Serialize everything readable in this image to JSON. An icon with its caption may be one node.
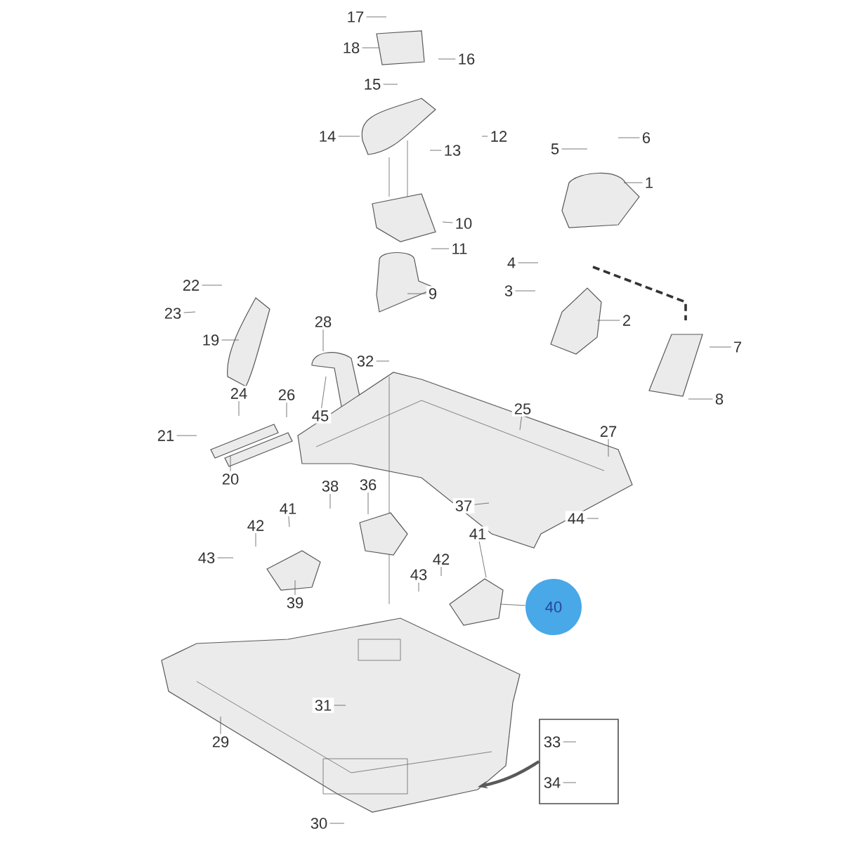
{
  "diagram": {
    "nodes": [
      {
        "text": [
          "17"
        ]
      },
      {
        "text": [
          "18"
        ]
      },
      {
        "text": [
          "16"
        ]
      },
      {
        "text": [
          "15"
        ]
      },
      {
        "text": [
          "14"
        ]
      },
      {
        "text": [
          "13"
        ]
      },
      {
        "text": [
          "12"
        ]
      },
      {
        "text": [
          "10"
        ]
      },
      {
        "text": [
          "11"
        ]
      },
      {
        "text": [
          "9"
        ]
      },
      {
        "text": [
          "5"
        ]
      },
      {
        "text": [
          "6"
        ]
      },
      {
        "text": [
          "1"
        ]
      },
      {
        "text": [
          "4"
        ]
      },
      {
        "text": [
          "3"
        ]
      },
      {
        "text": [
          "2"
        ]
      },
      {
        "text": [
          "7"
        ]
      },
      {
        "text": [
          "8"
        ]
      },
      {
        "text": [
          "22"
        ]
      },
      {
        "text": [
          "23"
        ]
      },
      {
        "text": [
          "19"
        ]
      },
      {
        "text": [
          "28"
        ]
      },
      {
        "text": [
          "32"
        ]
      },
      {
        "text": [
          "24"
        ]
      },
      {
        "text": [
          "26"
        ]
      },
      {
        "text": [
          "45"
        ]
      },
      {
        "text": [
          "21"
        ]
      },
      {
        "text": [
          "20"
        ]
      },
      {
        "text": [
          "25"
        ]
      },
      {
        "text": [
          "27"
        ]
      },
      {
        "text": [
          "37"
        ]
      },
      {
        "text": [
          "44"
        ]
      },
      {
        "text": [
          "38"
        ]
      },
      {
        "text": [
          "36"
        ]
      },
      {
        "text": [
          "41"
        ]
      },
      {
        "text": [
          "42"
        ]
      },
      {
        "text": [
          "43"
        ]
      },
      {
        "text": [
          "39"
        ]
      },
      {
        "text": [
          "43"
        ]
      },
      {
        "text": [
          "42"
        ]
      },
      {
        "text": [
          "41"
        ]
      },
      {
        "text": [
          "40"
        ]
      },
      {
        "text": [
          "31"
        ]
      },
      {
        "text": [
          "29"
        ]
      },
      {
        "text": [
          "30"
        ]
      },
      {
        "text": [],
        "shape": "box"
      },
      {
        "text": [
          "33"
        ],
        "in": 45
      },
      {
        "text": [
          "34"
        ],
        "in": 45
      }
    ],
    "edges": [
      {
        "from": 0,
        "to": null,
        "arrow": "none"
      },
      {
        "from": 1,
        "to": null,
        "arrow": "none"
      },
      {
        "from": 2,
        "to": null,
        "arrow": "none"
      },
      {
        "from": 3,
        "to": null,
        "arrow": "none"
      },
      {
        "from": 4,
        "to": null,
        "arrow": "none"
      },
      {
        "from": 5,
        "to": null,
        "arrow": "none"
      },
      {
        "from": 6,
        "to": null,
        "arrow": "none"
      },
      {
        "from": 7,
        "to": null,
        "arrow": "none"
      },
      {
        "from": 8,
        "to": null,
        "arrow": "none"
      },
      {
        "from": 9,
        "to": null,
        "arrow": "none"
      },
      {
        "from": 10,
        "to": null,
        "arrow": "none"
      },
      {
        "from": 11,
        "to": null,
        "arrow": "none"
      },
      {
        "from": 12,
        "to": null,
        "arrow": "none"
      },
      {
        "from": 13,
        "to": null,
        "arrow": "none"
      },
      {
        "from": 14,
        "to": null,
        "arrow": "none"
      },
      {
        "from": 15,
        "to": null,
        "arrow": "none"
      },
      {
        "from": 16,
        "to": null,
        "arrow": "none"
      },
      {
        "from": 17,
        "to": null,
        "arrow": "none"
      },
      {
        "from": 18,
        "to": null,
        "arrow": "none"
      },
      {
        "from": 19,
        "to": null,
        "arrow": "none"
      },
      {
        "from": 20,
        "to": null,
        "arrow": "none"
      },
      {
        "from": 21,
        "to": null,
        "arrow": "none"
      },
      {
        "from": 22,
        "to": null,
        "arrow": "none"
      },
      {
        "from": 23,
        "to": null,
        "arrow": "none"
      },
      {
        "from": 24,
        "to": null,
        "arrow": "none"
      },
      {
        "from": 25,
        "to": null,
        "arrow": "none"
      },
      {
        "from": 26,
        "to": null,
        "arrow": "none"
      },
      {
        "from": 27,
        "to": null,
        "arrow": "none"
      },
      {
        "from": 28,
        "to": null,
        "arrow": "none"
      },
      {
        "from": 29,
        "to": null,
        "arrow": "none"
      },
      {
        "from": 30,
        "to": null,
        "arrow": "none"
      },
      {
        "from": 31,
        "to": null,
        "arrow": "none"
      },
      {
        "from": 32,
        "to": null,
        "arrow": "none"
      },
      {
        "from": 33,
        "to": null,
        "arrow": "none"
      },
      {
        "from": 34,
        "to": null,
        "arrow": "none"
      },
      {
        "from": 35,
        "to": null,
        "arrow": "none"
      },
      {
        "from": 36,
        "to": null,
        "arrow": "none"
      },
      {
        "from": 37,
        "to": null,
        "arrow": "none"
      },
      {
        "from": 38,
        "to": null,
        "arrow": "none"
      },
      {
        "from": 39,
        "to": null,
        "arrow": "none"
      },
      {
        "from": 40,
        "to": null,
        "arrow": "none"
      },
      {
        "from": 41,
        "to": null,
        "arrow": "none"
      },
      {
        "from": 42,
        "to": null,
        "arrow": "none"
      },
      {
        "from": 43,
        "to": null,
        "arrow": "none"
      },
      {
        "from": 44,
        "to": null,
        "arrow": "none"
      },
      {
        "from": 46,
        "to": null,
        "arrow": "none"
      },
      {
        "from": 47,
        "to": null,
        "arrow": "none"
      },
      {
        "from": 45,
        "to": null,
        "arrow": "to",
        "style": "thick"
      }
    ]
  }
}
